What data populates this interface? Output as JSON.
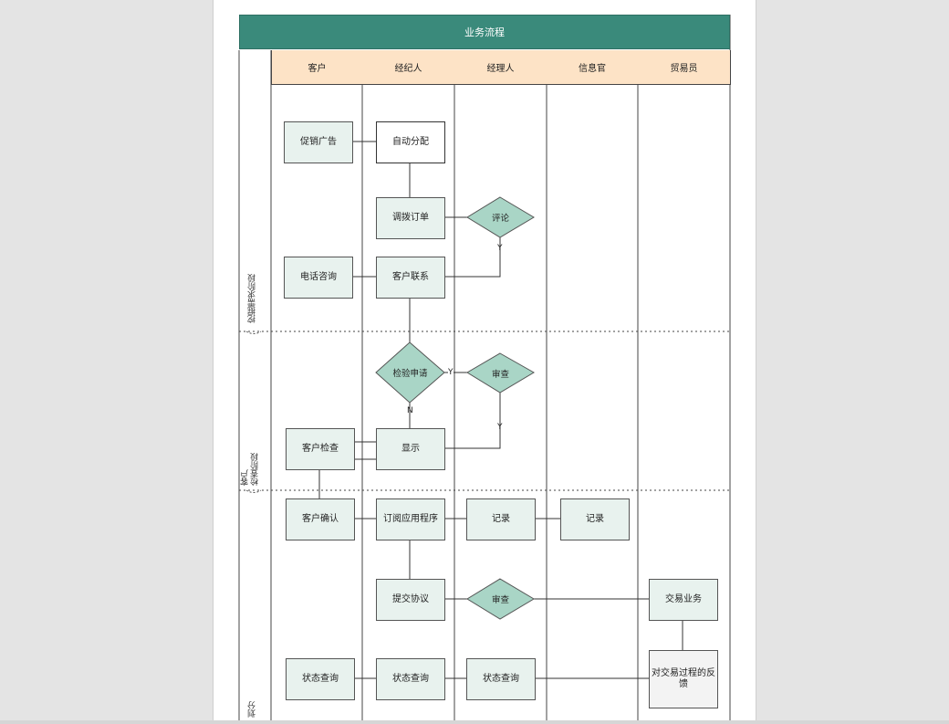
{
  "title": "业务流程",
  "lanes": [
    "客户",
    "经纪人",
    "经理人",
    "信息官",
    "贸易员"
  ],
  "phases": [
    "挖掘需求阶段",
    "客户\n检查阶段",
    "划分"
  ],
  "nodes": {
    "promo_ad": "促销广告",
    "auto_assign": "自动分配",
    "adjust_order": "调拨订单",
    "review_comment": "评论",
    "phone_consult": "电话咨询",
    "customer_contact": "客户联系",
    "verify_request": "检验申请",
    "audit_1": "审查",
    "customer_check": "客户检查",
    "display": "显示",
    "customer_confirm": "客户确认",
    "subscribe_app": "订阅应用程序",
    "record_1": "记录",
    "record_2": "记录",
    "submit_agreement": "提交协议",
    "audit_2": "审查",
    "trade_business": "交易业务",
    "status_query_1": "状态查询",
    "status_query_2": "状态查询",
    "status_query_3": "状态查询",
    "feedback": "对交易过程的反馈"
  },
  "edge_labels": {
    "y1": "Y",
    "y2": "Y",
    "y3": "Y",
    "n1": "N"
  },
  "colors": {
    "title_bg": "#3a8a7b",
    "lane_header_bg": "#fde3c6",
    "node_fill": "#e8f2ee",
    "diamond_fill": "#a9d5c6"
  }
}
